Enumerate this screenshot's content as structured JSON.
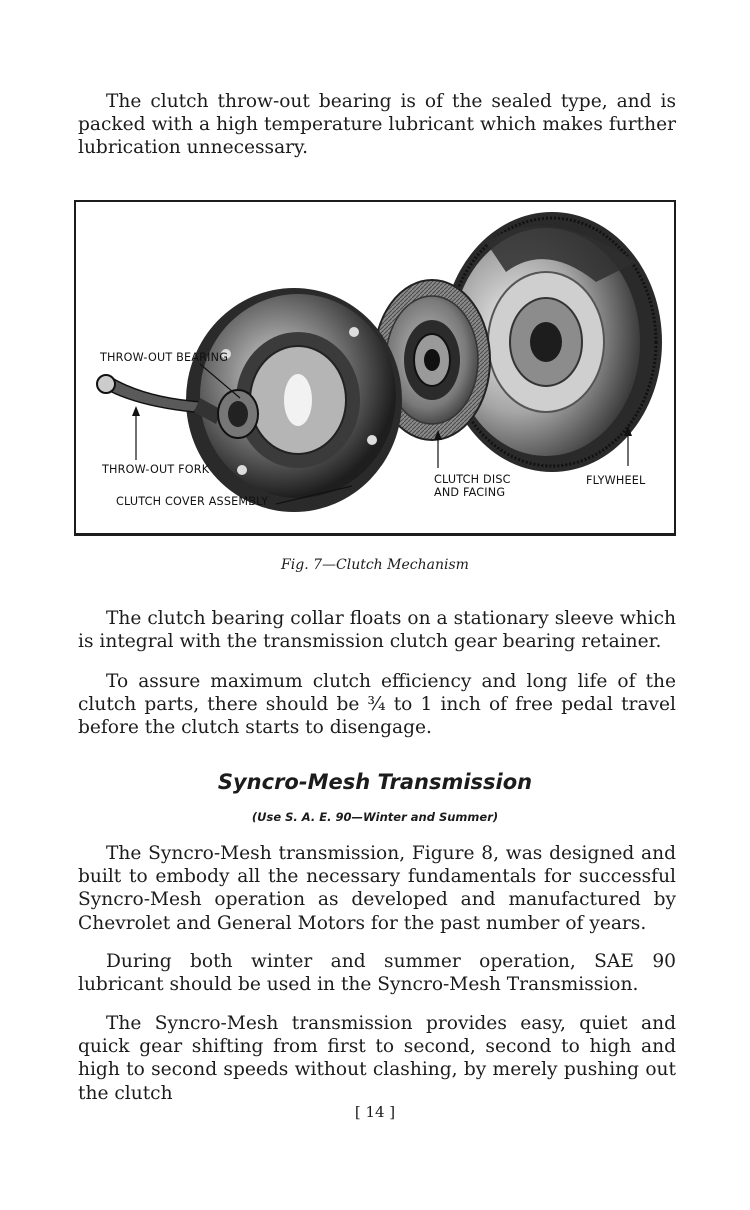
{
  "paragraphs": {
    "p1": "The clutch throw-out bearing is of the sealed type, and is packed with a high temperature lubricant which makes further lubrication unnecessary.",
    "p2": "The clutch bearing collar floats on a stationary sleeve which is integral with the transmission clutch gear bearing retainer.",
    "p3": "To assure maximum clutch efficiency and long life of the clutch parts, there should be ¾ to 1 inch of free pedal travel before the clutch starts to disengage.",
    "p4": "The Syncro-Mesh transmission, Figure 8, was designed and built to embody all the necessary fundamentals for successful Syncro-Mesh operation as developed and manufactured by Chevrolet and General Motors for the past number of years.",
    "p5": "During both winter and summer operation, SAE 90 lubricant should be used in the Syncro-Mesh Transmission.",
    "p6": "The Syncro-Mesh transmission provides easy, quiet and quick gear shifting from first to second, second to high and high to second speeds without clashing, by merely pushing out the clutch"
  },
  "figure": {
    "labels": {
      "throwout_bearing": "THROW-OUT BEARING",
      "throwout_fork": "THROW-OUT FORK",
      "clutch_cover": "CLUTCH COVER ASSEMBLY",
      "clutch_disc_line1": "CLUTCH DISC",
      "clutch_disc_line2": "AND FACING",
      "flywheel": "FLYWHEEL"
    },
    "caption": "Fig. 7—Clutch Mechanism"
  },
  "section": {
    "heading": "Syncro-Mesh Transmission",
    "subheading": "(Use S. A. E. 90—Winter and Summer)"
  },
  "page_number": "[ 14 ]"
}
